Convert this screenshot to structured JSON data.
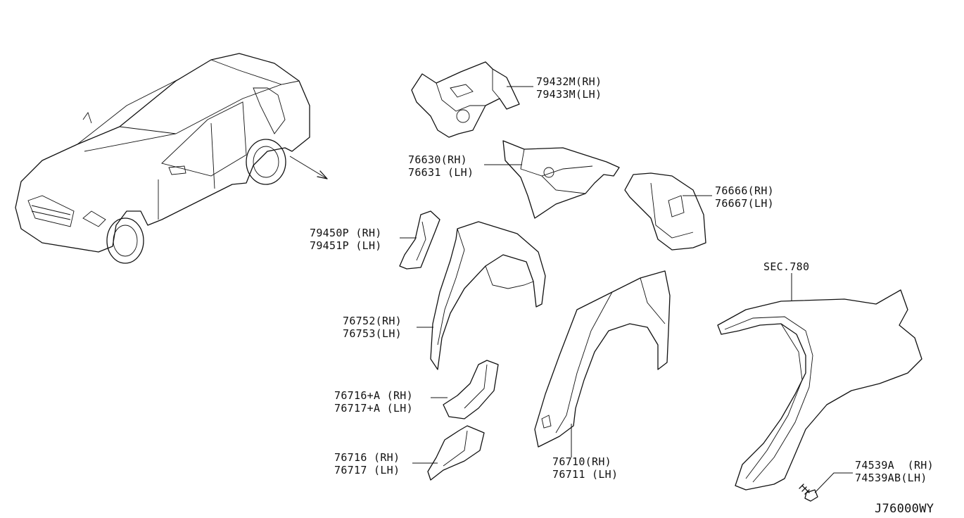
{
  "diagram_code": "J76000WY",
  "section_ref": "SEC.780",
  "parts": {
    "p79432": {
      "rh": "79432M(RH)",
      "lh": "79433M(LH)"
    },
    "p76630": {
      "rh": "76630(RH)",
      "lh": "76631 (LH)"
    },
    "p76666": {
      "rh": "76666(RH)",
      "lh": "76667(LH)"
    },
    "p79450": {
      "rh": "79450P (RH)",
      "lh": "79451P (LH)"
    },
    "p76752": {
      "rh": "76752(RH)",
      "lh": "76753(LH)"
    },
    "p76716a": {
      "rh": "76716+A (RH)",
      "lh": "76717+A (LH)"
    },
    "p76716": {
      "rh": "76716 (RH)",
      "lh": "76717 (LH)"
    },
    "p76710": {
      "rh": "76710(RH)",
      "lh": "76711 (LH)"
    },
    "p74539": {
      "rh": "74539A  (RH)",
      "lh": "74539AB(LH)"
    }
  }
}
